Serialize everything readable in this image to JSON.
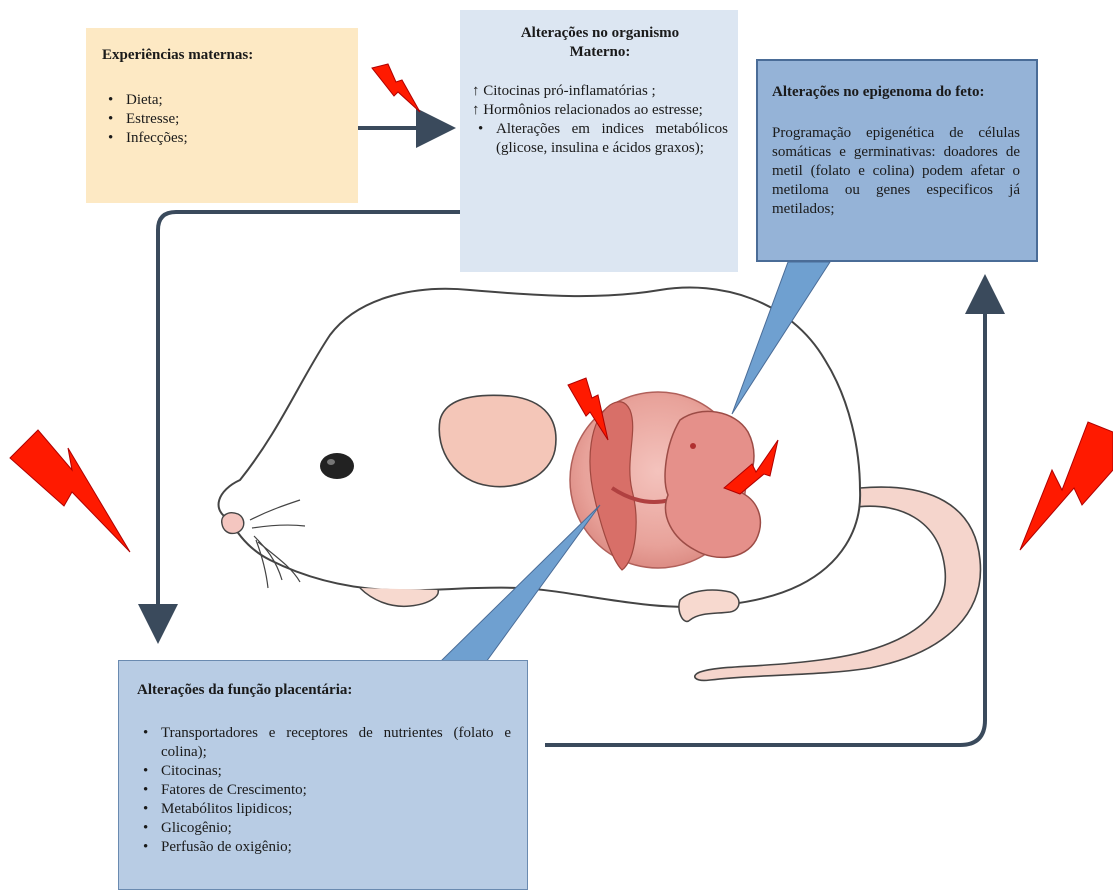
{
  "maternal_experiences": {
    "title": "Experiências maternas:",
    "items": [
      "Dieta;",
      "Estresse;",
      "Infecções;"
    ]
  },
  "maternal_organism": {
    "title_line1": "Alterações no organismo",
    "title_line2": "Materno:",
    "line1": "↑ Citocinas pró-inflamatórias ;",
    "line2": "↑ Hormônios relacionados ao estresse;",
    "items": [
      "Alterações em indices metabólicos (glicose, insulina e ácidos graxos);"
    ]
  },
  "fetal_epigenome": {
    "title": "Alterações no epigenoma do feto:",
    "body": "Programação epigenética de células somáticas e germinativas: doadores de metil (folato e colina) podem afetar o metiloma ou genes especificos já metilados;"
  },
  "placental_function": {
    "title": "Alterações da função placentária:",
    "items": [
      "Transportadores e receptores de nutrientes (folato e colina);",
      "Citocinas;",
      "Fatores de Crescimento;",
      "Metabólitos lipidicos;",
      "Glicogênio;",
      "Perfusão de oxigênio;"
    ]
  },
  "colors": {
    "maternal_box": "#fde9c4",
    "organism_box": "#dce6f2",
    "epigenome_box": "#95b3d7",
    "placenta_box": "#b8cce4",
    "arrow": "#3a4a5c",
    "lightning": "#e60000",
    "uterus": "#e8a09a"
  }
}
